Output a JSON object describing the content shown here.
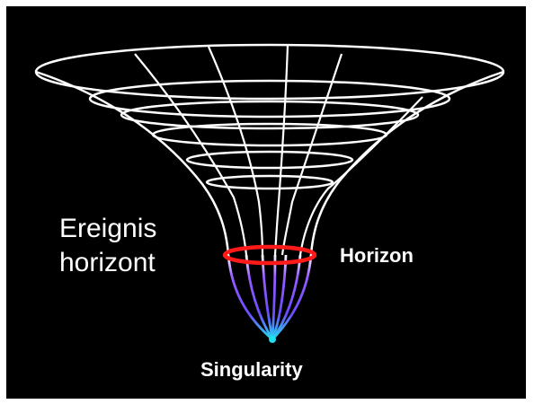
{
  "labels": {
    "event_horizon_line1": "Ereignis",
    "event_horizon_line2": "horizont",
    "horizon": "Horizon",
    "singularity": "Singularity"
  },
  "colors": {
    "background": "#000000",
    "grid": "#ffffff",
    "horizon_ring": "#ff1a1a",
    "inner_funnel": "#8844ff",
    "singularity_point": "#22ddee"
  }
}
